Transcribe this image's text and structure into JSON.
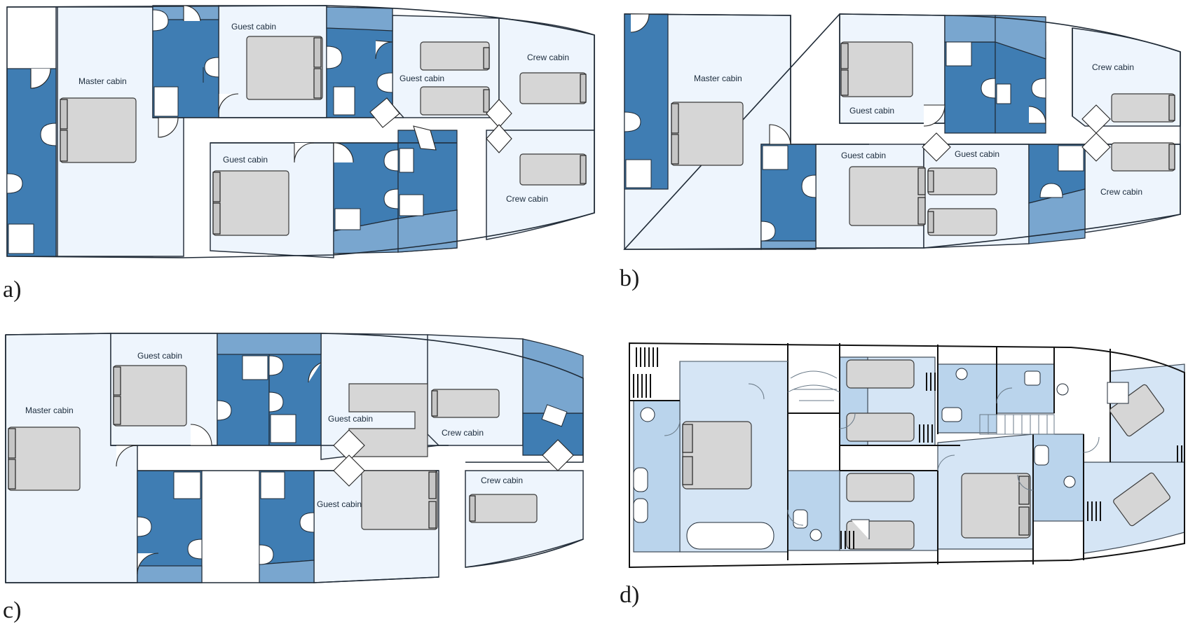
{
  "panels": [
    {
      "id": "a",
      "label": "a)",
      "rooms": [
        "Master cabin",
        "Guest cabin",
        "Guest cabin",
        "Guest cabin",
        "Crew cabin",
        "Crew cabin"
      ]
    },
    {
      "id": "b",
      "label": "b)",
      "rooms": [
        "Master cabin",
        "Guest cabin",
        "Guest cabin",
        "Guest cabin",
        "Crew cabin",
        "Crew cabin"
      ]
    },
    {
      "id": "c",
      "label": "c)",
      "rooms": [
        "Master cabin",
        "Guest cabin",
        "Guest cabin",
        "Guest cabin",
        "Crew cabin",
        "Crew cabin"
      ]
    },
    {
      "id": "d",
      "label": "d)",
      "rooms": []
    }
  ],
  "colors": {
    "cabin_fill": "#eef5fd",
    "bathroom_fill": "#3f7db3",
    "bathroom_light_fill": "#79a6cf",
    "bed_fill": "#d6d6d6",
    "detailed_cabin_fill": "#d5e5f5",
    "detailed_bath_fill": "#bad4ec"
  }
}
